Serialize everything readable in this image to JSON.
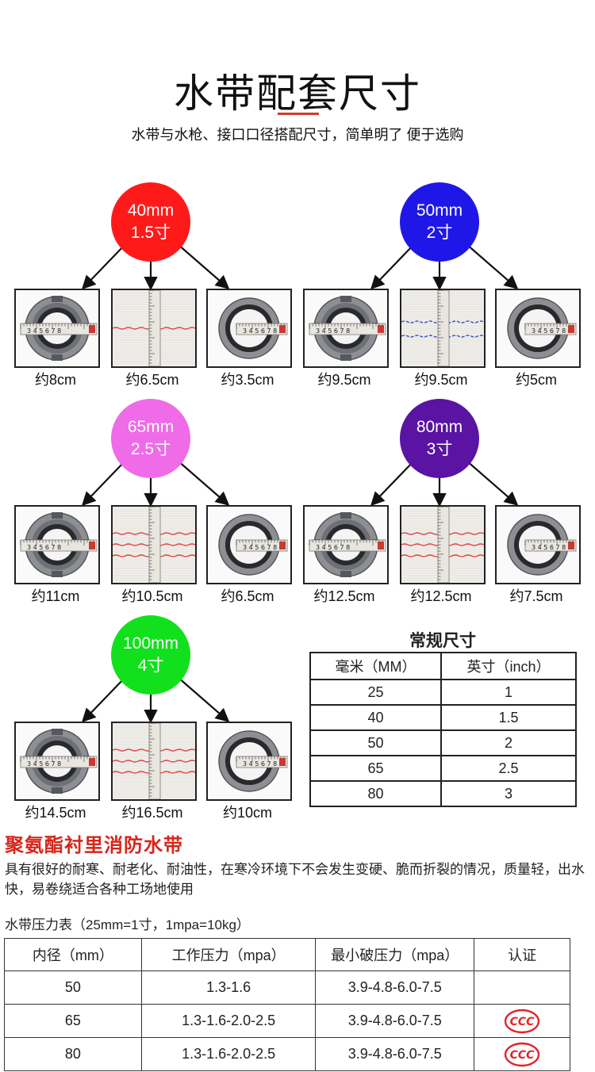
{
  "header": {
    "title": "水带配套尺寸",
    "subtitle": "水带与水枪、接口口径搭配尺寸，简单明了 便于选购"
  },
  "groups": [
    {
      "size": "40mm",
      "inch": "1.5寸",
      "color": "#ff1a1a",
      "labels": [
        "约8cm",
        "约6.5cm",
        "约3.5cm"
      ]
    },
    {
      "size": "50mm",
      "inch": "2寸",
      "color": "#1f17e8",
      "labels": [
        "约9.5cm",
        "约9.5cm",
        "约5cm"
      ]
    },
    {
      "size": "65mm",
      "inch": "2.5寸",
      "color": "#ef6be8",
      "labels": [
        "约11cm",
        "约10.5cm",
        "约6.5cm"
      ]
    },
    {
      "size": "80mm",
      "inch": "3寸",
      "color": "#5a13a3",
      "labels": [
        "约12.5cm",
        "约12.5cm",
        "约7.5cm"
      ]
    },
    {
      "size": "100mm",
      "inch": "4寸",
      "color": "#12e01c",
      "labels": [
        "约14.5cm",
        "约16.5cm",
        "约10cm"
      ]
    }
  ],
  "standard": {
    "title": "常规尺寸",
    "headers": [
      "毫米（MM）",
      "英寸（inch）"
    ],
    "rows": [
      [
        "25",
        "1"
      ],
      [
        "40",
        "1.5"
      ],
      [
        "50",
        "2"
      ],
      [
        "65",
        "2.5"
      ],
      [
        "80",
        "3"
      ]
    ]
  },
  "product": {
    "title": "聚氨酯衬里消防水带",
    "desc": "具有很好的耐寒、耐老化、耐油性，在寒冷环境下不会发生变硬、脆而折裂的情况，质量轻，出水快，易卷绕适合各种工场地使用"
  },
  "pressure": {
    "title": "水带压力表（25mm=1寸，1mpa=10kg）",
    "headers": [
      "内径（mm）",
      "工作压力（mpa）",
      "最小破压力（mpa）",
      "认证"
    ],
    "rows": [
      {
        "d": "50",
        "work": "1.3-1.6",
        "burst": "3.9-4.8-6.0-7.5",
        "cert": false
      },
      {
        "d": "65",
        "work": "1.3-1.6-2.0-2.5",
        "burst": "3.9-4.8-6.0-7.5",
        "cert": true
      },
      {
        "d": "80",
        "work": "1.3-1.6-2.0-2.5",
        "burst": "3.9-4.8-6.0-7.5",
        "cert": true
      }
    ],
    "cert_text": "CCC",
    "cert_color": "#e0242a"
  }
}
